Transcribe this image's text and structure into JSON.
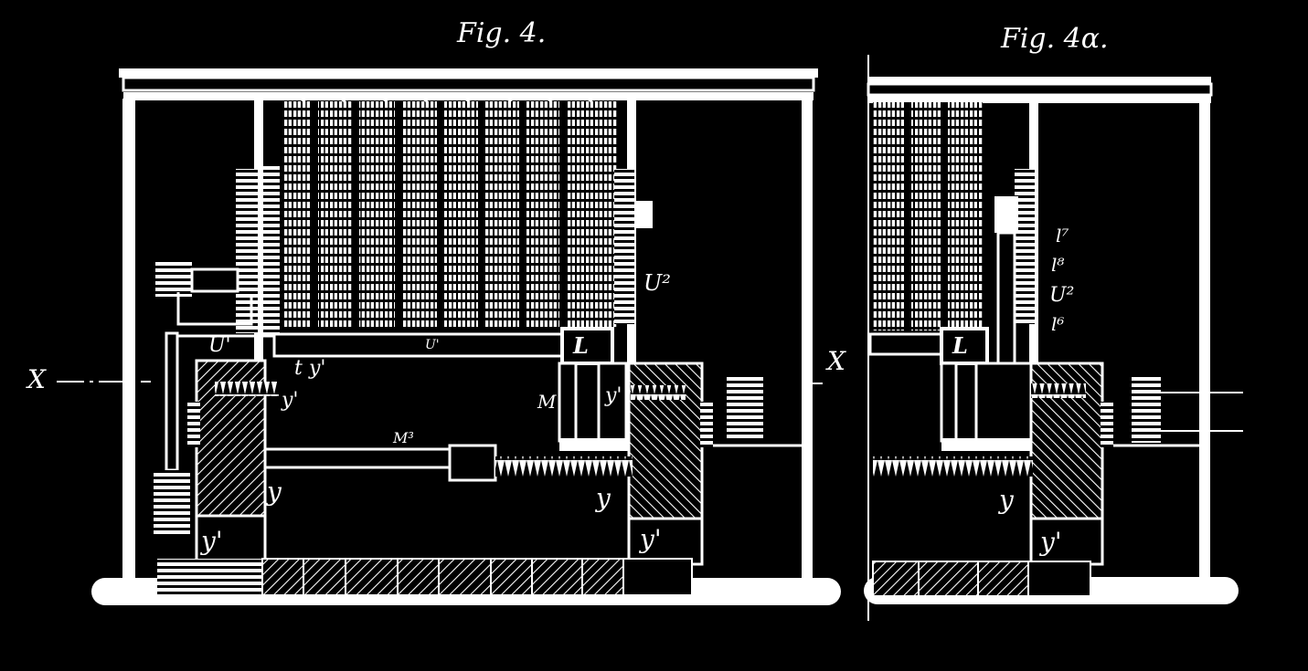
{
  "figures": {
    "fig4": {
      "title": "Fig. 4.",
      "labels": {
        "U2": "U²",
        "U1": "U'",
        "U1_shaft": "U'",
        "L": "L",
        "t": "t",
        "y1_top": "y'",
        "y1_top_right": "y'",
        "M": "M",
        "M3": "M³",
        "y_left": "y",
        "y_right": "y",
        "y1_bottom_left": "y'",
        "y1_bottom_right": "y'",
        "X": "X"
      }
    },
    "fig4a": {
      "title": "Fig. 4α.",
      "labels": {
        "l7": "l⁷",
        "l8": "l⁸",
        "U2": "U²",
        "l6": "l⁶",
        "L": "L",
        "X": "X",
        "y": "y",
        "y1": "y'"
      }
    }
  },
  "colors": {
    "background": "#000000",
    "ink": "#ffffff"
  }
}
